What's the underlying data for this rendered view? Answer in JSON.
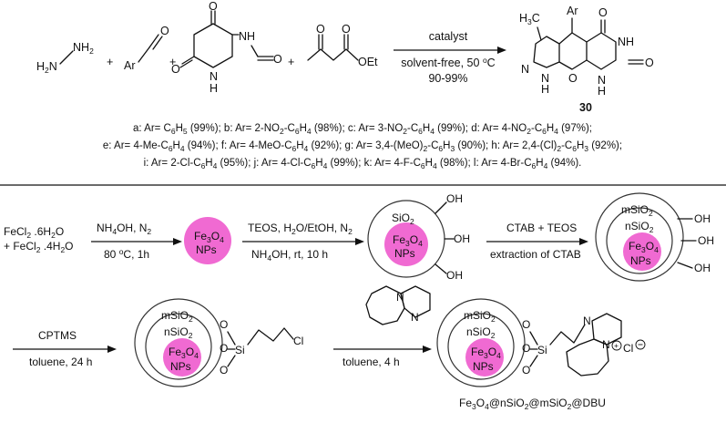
{
  "reaction1": {
    "hydrazine": "H2N–NH2",
    "aldehyde_ar": "Ar",
    "plus": "+",
    "barbituric_o": "O",
    "barbituric_nh": "NH",
    "barbituric_h": "H",
    "barbituric_n": "N",
    "ketoester_oet": "OEt",
    "ketoester_o": "O",
    "arrow_above": "catalyst",
    "arrow_below_1": "solvent-free, 50 ºC",
    "arrow_below_2": "90-99%",
    "product_ch3": "H3C",
    "product_ar": "Ar",
    "product_number": "30"
  },
  "substituents": [
    "a: Ar= C6H5 (99%); b: Ar= 2-NO2-C6H4 (98%); c: Ar= 3-NO2-C6H4 (99%); d: Ar= 4-NO2-C6H4 (97%);",
    "e: Ar= 4-Me-C6H4 (94%); f: Ar= 4-MeO-C6H4 (92%); g: Ar= 3,4-(MeO)2-C6H3 (90%); h: Ar= 2,4-(Cl)2-C6H3 (92%);",
    "i: Ar= 2-Cl-C6H4 (95%); j: Ar= 4-Cl-C6H4 (99%); k: Ar= 4-F-C6H4 (98%); l: Ar= 4-Br-C6H4 (94%)."
  ],
  "catalyst_synthesis": {
    "start_1": "FeCl2 .6H2O",
    "start_2": "+ FeCl2 .4H2O",
    "step1_above": "NH4OH, N2",
    "step1_below": "80 ºC, 1h",
    "np_label_1": "Fe3O4",
    "np_label_2": "NPs",
    "step2_above": "TEOS, H2O/EtOH, N2",
    "step2_below": "NH4OH, rt, 10 h",
    "sio2": "SiO2",
    "oh": "OH",
    "step3_above": "CTAB + TEOS",
    "step3_below": "extraction of CTAB",
    "msio2": "mSiO2",
    "nsio2": "nSiO2",
    "step4_above": "CPTMS",
    "step4_below": "toluene, 24 h",
    "si": "Si",
    "o": "O",
    "cl": "Cl",
    "step5_below": "toluene, 4 h",
    "dbu_n": "N",
    "cl_ion": "Cl",
    "final_name": "Fe3O4@nSiO2@mSiO2@DBU"
  },
  "colors": {
    "core": "#f06ad2",
    "ink": "#111111"
  }
}
